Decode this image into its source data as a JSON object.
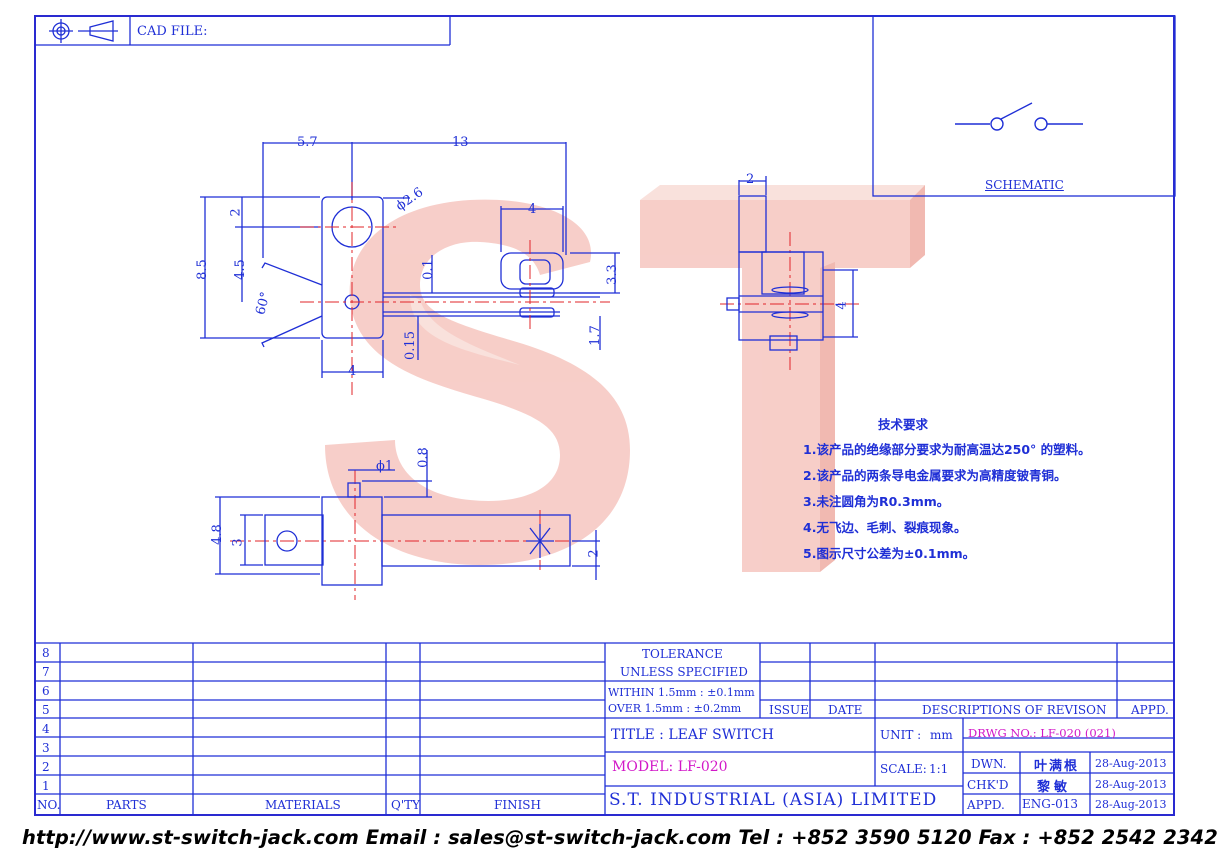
{
  "header": {
    "cad_file_label": "CAD FILE:"
  },
  "schematic": {
    "label": "SCHEMATIC"
  },
  "dimensions": {
    "d_5_7": "5.7",
    "d_13": "13",
    "d_2_top": "2",
    "d_phi26": "ϕ2.6",
    "d_8_5": "8.5",
    "d_4_5": "4.5",
    "d_60": "60°",
    "d_4_bottom": "4",
    "d_0_1": "0.1",
    "d_0_15": "0.15",
    "d_4_mid": "4",
    "d_3_3": "3.3",
    "d_1_7": "1.7",
    "d_2_side": "2",
    "d_4_side": "4",
    "d_phi1": "ϕ1",
    "d_0_8": "0.8",
    "d_4_8": "4.8",
    "d_3": "3",
    "d_2_right": "2"
  },
  "notes": {
    "title": "技术要求",
    "items": [
      "1.该产品的绝缘部分要求为耐高温达250° 的塑料。",
      "2.该产品的两条导电金属要求为高精度铍青铜。",
      "3.未注圆角为R0.3mm。",
      "4.无飞边、毛刺、裂痕现象。",
      "5.图示尺寸公差为±0.1mm。"
    ]
  },
  "parts_table": {
    "row_numbers": [
      "8",
      "7",
      "6",
      "5",
      "4",
      "3",
      "2",
      "1"
    ],
    "headers": {
      "no": "NO.",
      "parts": "PARTS",
      "materials": "MATERIALS",
      "qty": "Q'TY",
      "finish": "FINISH"
    }
  },
  "tolerance": {
    "title": "TOLERANCE",
    "subtitle": "UNLESS  SPECIFIED",
    "within": "WITHIN  1.5mm : ±0.1mm",
    "over": "OVER    1.5mm : ±0.2mm"
  },
  "revision": {
    "issue": "ISSUE",
    "date": "DATE",
    "descriptions": "DESCRIPTIONS OF REVISON",
    "appd": "APPD."
  },
  "title_block": {
    "title": "TITLE : LEAF SWITCH",
    "unit_label": "UNIT :",
    "unit_value": "mm",
    "drawing_no": "DRWG NO.: LF-020 (021)",
    "model": "MODEL: LF-020",
    "scale_label": "SCALE:",
    "scale_value": "1:1",
    "company": "S.T. INDUSTRIAL (ASIA) LIMITED",
    "dwn_label": "DWN.",
    "dwn_name": "叶满根",
    "dwn_date": "28-Aug-2013",
    "chkd_label": "CHK'D",
    "chkd_name": "黎敏",
    "chkd_date": "28-Aug-2013",
    "appd_label": "APPD.",
    "appd_name": "ENG-013",
    "appd_date": "28-Aug-2013"
  },
  "footer": {
    "text": "http://www.st-switch-jack.com  Email : sales@st-switch-jack.com  Tel : +852 3590 5120  Fax : +852 2542 2342"
  },
  "watermark": {
    "text": "ST"
  },
  "colors": {
    "line": "#1f2fd6",
    "accent": "#d218c8",
    "center_line": "#e0242a",
    "watermark": "#f2b8b0"
  }
}
